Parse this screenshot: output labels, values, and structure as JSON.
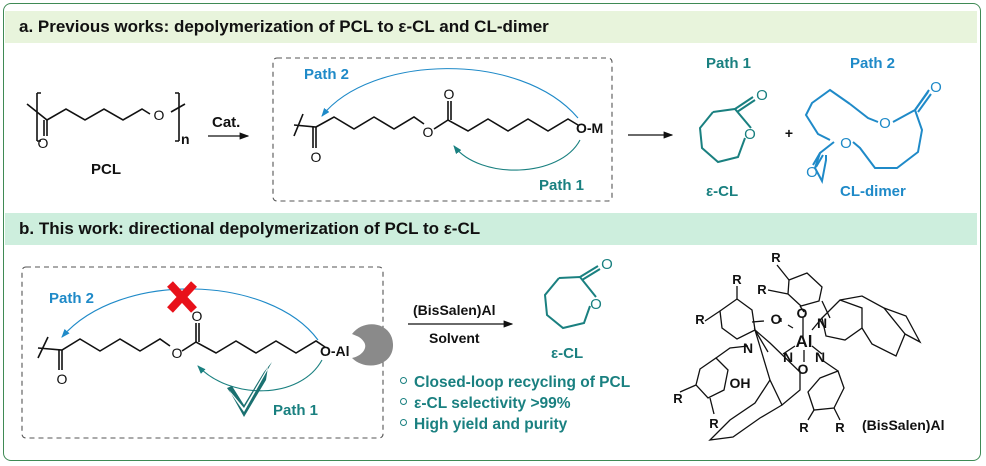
{
  "panel_a": {
    "title": "a. Previous works:  depolymerization of PCL to ε-CL and CL-dimer",
    "polymer_label": "PCL",
    "repeat_subscript": "n",
    "arrow_label": "Cat.",
    "chain_end_group": "O-M",
    "path2_label": "Path 2",
    "path1_label": "Path 1",
    "product1_header": "Path 1",
    "product1_name": "ε-CL",
    "plus": "+",
    "product2_header": "Path 2",
    "product2_name": "CL-dimer"
  },
  "panel_b": {
    "title": "b. This work: directional depolymerization of PCL to ε-CL",
    "chain_end_group": "O-Al",
    "path2_label": "Path 2",
    "path1_label": "Path 1",
    "blocked_icon": "red-cross-icon",
    "allowed_icon": "teal-check-icon",
    "catalyst_pocket_icon": "catalyst-pocket-icon",
    "reagent_above": "(BisSalen)Al",
    "reagent_below": "Solvent",
    "product_name": "ε-CL",
    "bullets": [
      "Closed-loop recycling of PCL",
      "ε-CL selectivity >99%",
      "High yield and purity"
    ],
    "catalyst_name": "(BisSalen)Al",
    "catalyst_atoms": {
      "metal": "Al",
      "substituent": "R",
      "hydroxyl": "OH",
      "oxygen": "O",
      "nitrogen": "N"
    }
  },
  "colors": {
    "frame": "#3f8a55",
    "header_a_bg": "#e8f4dc",
    "header_b_bg": "#cdeedd",
    "teal": "#1a8080",
    "blue": "#1f8ac8",
    "red": "#e8111a",
    "gray_pocket": "#8a8a8a"
  }
}
